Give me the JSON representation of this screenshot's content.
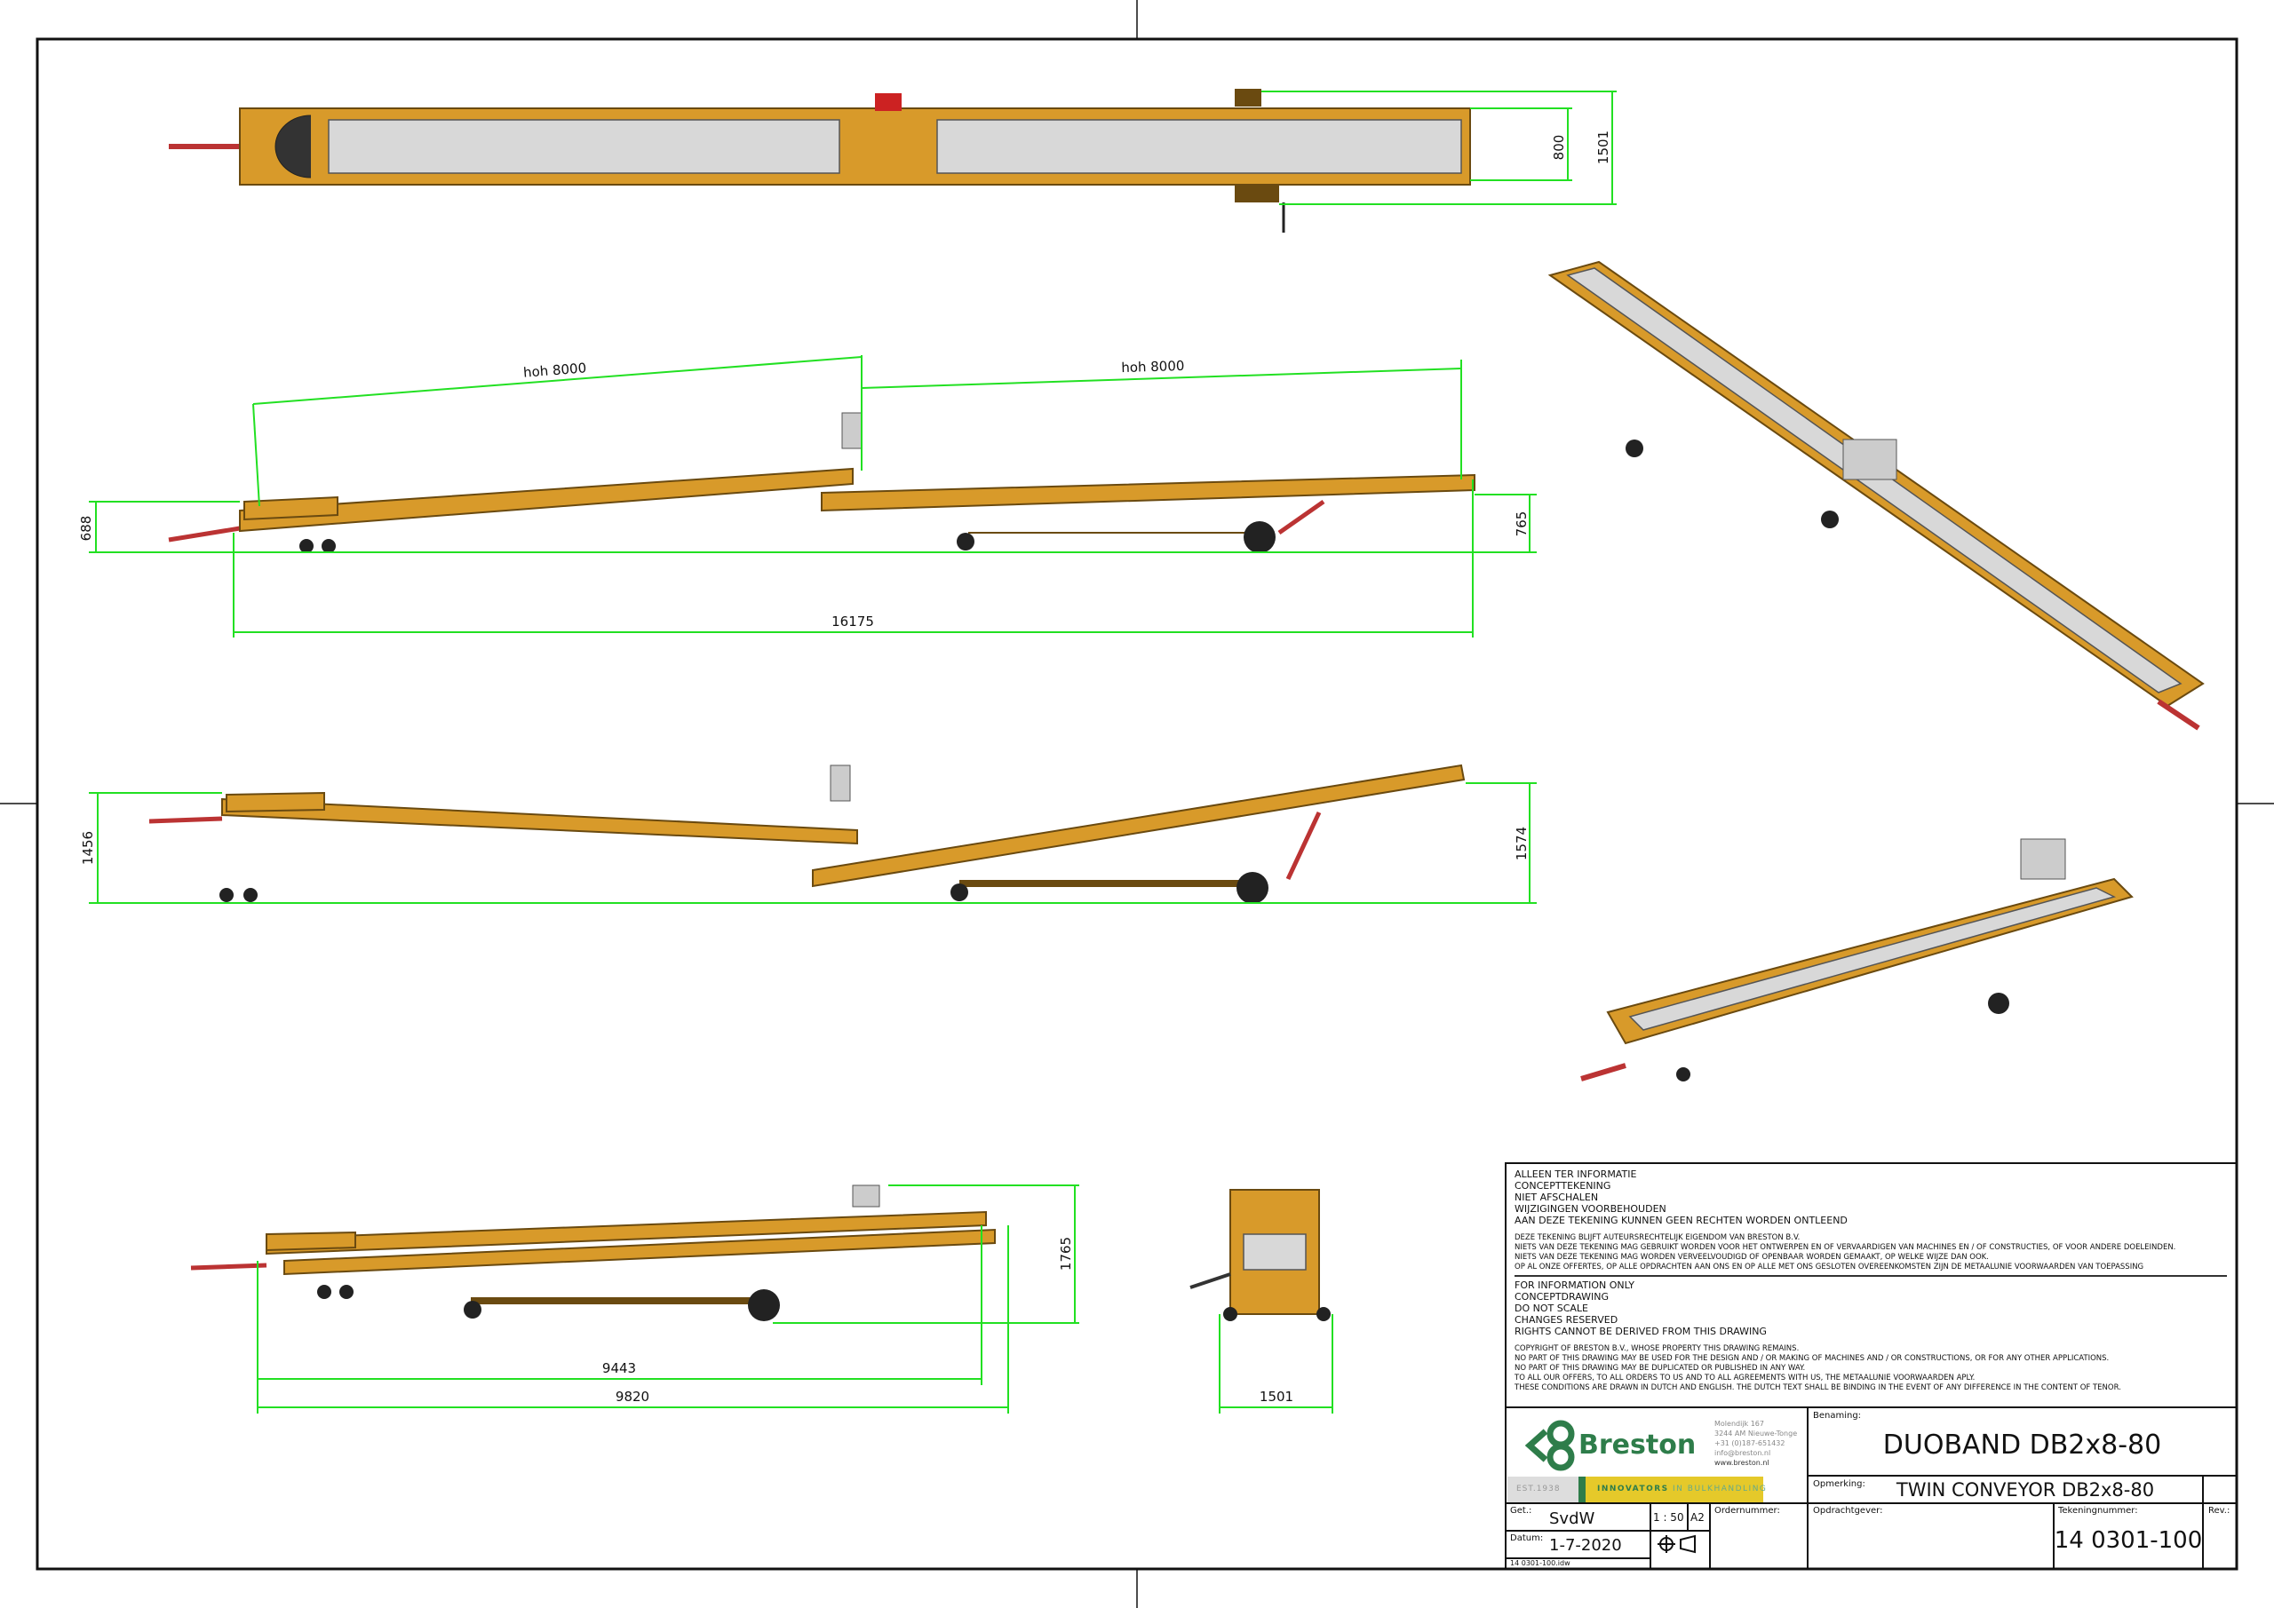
{
  "dimensions": {
    "top_view": {
      "width_inner": "800",
      "width_outer": "1501"
    },
    "side_view_1": {
      "hoh_left": "hoh 8000",
      "hoh_right": "hoh 8000",
      "height_left": "688",
      "height_right": "765",
      "total_length": "16175"
    },
    "side_view_2": {
      "height_left": "1456",
      "height_right": "1574"
    },
    "side_view_3": {
      "height": "1765",
      "length_1": "9443",
      "length_2": "9820"
    },
    "front_view": {
      "width": "1501"
    }
  },
  "notes": {
    "dutch": [
      "ALLEEN TER INFORMATIE",
      "CONCEPTTEKENING",
      "NIET AFSCHALEN",
      "WIJZIGINGEN VOORBEHOUDEN",
      "AAN DEZE TEKENING KUNNEN GEEN RECHTEN WORDEN ONTLEEND"
    ],
    "dutch_legal": [
      "DEZE TEKENING BLIJFT AUTEURSRECHTELIJK EIGENDOM VAN BRESTON B.V.",
      "NIETS VAN DEZE TEKENING MAG GEBRUIKT WORDEN VOOR HET ONTWERPEN EN OF VERVAARDIGEN VAN MACHINES EN / OF CONSTRUCTIES, OF VOOR ANDERE DOELEINDEN.",
      "NIETS VAN DEZE TEKENING MAG WORDEN VERVEELVOUDIGD OF OPENBAAR WORDEN GEMAAKT, OP WELKE WIJZE DAN OOK.",
      "OP AL ONZE OFFERTES, OP ALLE OPDRACHTEN AAN ONS EN OP ALLE MET ONS GESLOTEN OVEREENKOMSTEN ZIJN DE METAALUNIE VOORWAARDEN VAN TOEPASSING"
    ],
    "english": [
      "FOR INFORMATION ONLY",
      "CONCEPTDRAWING",
      "DO NOT SCALE",
      "CHANGES RESERVED",
      "RIGHTS CANNOT BE DERIVED FROM THIS DRAWING"
    ],
    "english_legal": [
      "COPYRIGHT OF BRESTON B.V., WHOSE PROPERTY THIS DRAWING REMAINS.",
      "NO PART OF THIS DRAWING MAY BE USED FOR THE DESIGN AND / OR MAKING OF MACHINES AND / OR CONSTRUCTIONS, OR FOR ANY OTHER APPLICATIONS.",
      "NO PART OF THIS DRAWING MAY BE DUPLICATED OR PUBLISHED IN ANY WAY.",
      "TO ALL OUR OFFERS, TO ALL ORDERS TO US AND TO ALL AGREEMENTS WITH US, THE METAALUNIE VOORWAARDEN APLY.",
      "THESE CONDITIONS ARE DRAWN IN DUTCH AND ENGLISH. THE DUTCH TEXT SHALL BE BINDING IN THE EVENT OF ANY DIFFERENCE IN THE CONTENT OF TENOR."
    ]
  },
  "company": {
    "name": "Breston",
    "address": [
      "Molendijk 167",
      "3244 AM Nieuwe-Tonge",
      "+31 (0)187-651432",
      "info@breston.nl",
      "www.breston.nl"
    ],
    "est": "EST.1938",
    "slogan_bold": "INNOVATORS",
    "slogan_rest": " IN BULKHANDLING",
    "green": "#2e7d4a",
    "yellow": "#e5c92a"
  },
  "title_block": {
    "benaming_label": "Benaming:",
    "benaming": "DUOBAND DB2x8-80",
    "opmerking_label": "Opmerking:",
    "opmerking": "TWIN CONVEYOR DB2x8-80",
    "get_label": "Get.:",
    "get": "SvdW",
    "scale": "1 : 50",
    "format": "A2",
    "datum_label": "Datum:",
    "datum": "1-7-2020",
    "file": "14 0301-100.idw",
    "ordernummer_label": "Ordernummer:",
    "opdrachtgever_label": "Opdrachtgever:",
    "tekeningnummer_label": "Tekeningnummer:",
    "tekeningnummer": "14 0301-100",
    "rev_label": "Rev.:"
  },
  "colors": {
    "conveyor": "#d89a2a",
    "dimension": "#22e022"
  }
}
